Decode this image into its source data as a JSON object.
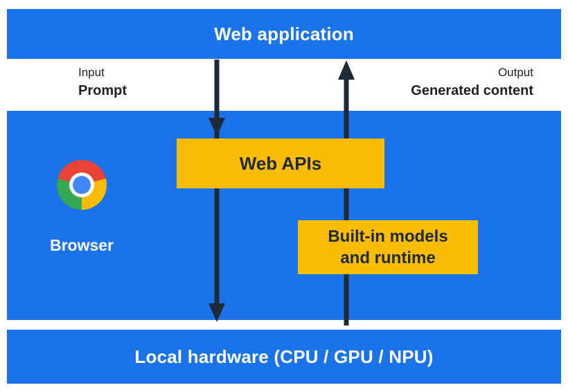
{
  "diagram": {
    "top_bar": {
      "label": "Web application"
    },
    "input": {
      "label": "Input",
      "value": "Prompt"
    },
    "output": {
      "label": "Output",
      "value": "Generated content"
    },
    "browser": {
      "label": "Browser"
    },
    "web_apis_box": {
      "label": "Web APIs"
    },
    "builtin_box": {
      "line1": "Built-in models",
      "line2": "and runtime"
    },
    "bottom_bar": {
      "label": "Local hardware (CPU / GPU / NPU)"
    }
  },
  "icons": {
    "chrome_logo": "chrome-browser-icon",
    "down_arrow": "downward-flow-arrow",
    "up_arrow": "upward-flow-arrow"
  },
  "colors": {
    "blue": "#1a73e8",
    "yellow": "#fbbc04",
    "arrow": "#1e2a38",
    "chrome_red": "#ea4335",
    "chrome_green": "#34a853",
    "chrome_yellow": "#fbbc04",
    "chrome_blue": "#4285f4"
  }
}
